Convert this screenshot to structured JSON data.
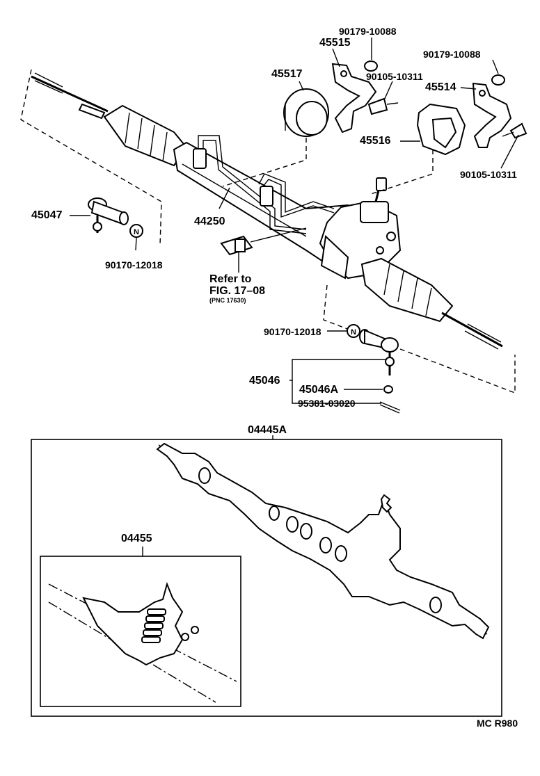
{
  "diagram": {
    "parts": {
      "p45517": "45517",
      "p45515": "45515",
      "p90179_a": "90179-10088",
      "p90105_a": "90105-10311",
      "p90179_b": "90179-10088",
      "p45514": "45514",
      "p45516": "45516",
      "p90105_b": "90105-10311",
      "p45047": "45047",
      "p44250": "44250",
      "p90170_a": "90170-12018",
      "p90170_b": "90170-12018",
      "p45046": "45046",
      "p45046A": "45046A",
      "p95381": "95381-03020",
      "p04445A": "04445A",
      "p04455": "04455"
    },
    "refer": {
      "line1": "Refer to",
      "line2": "FIG. 17–08",
      "line3": "(PNC 17630)"
    },
    "nut_mark": "N",
    "code": "MC R980"
  }
}
